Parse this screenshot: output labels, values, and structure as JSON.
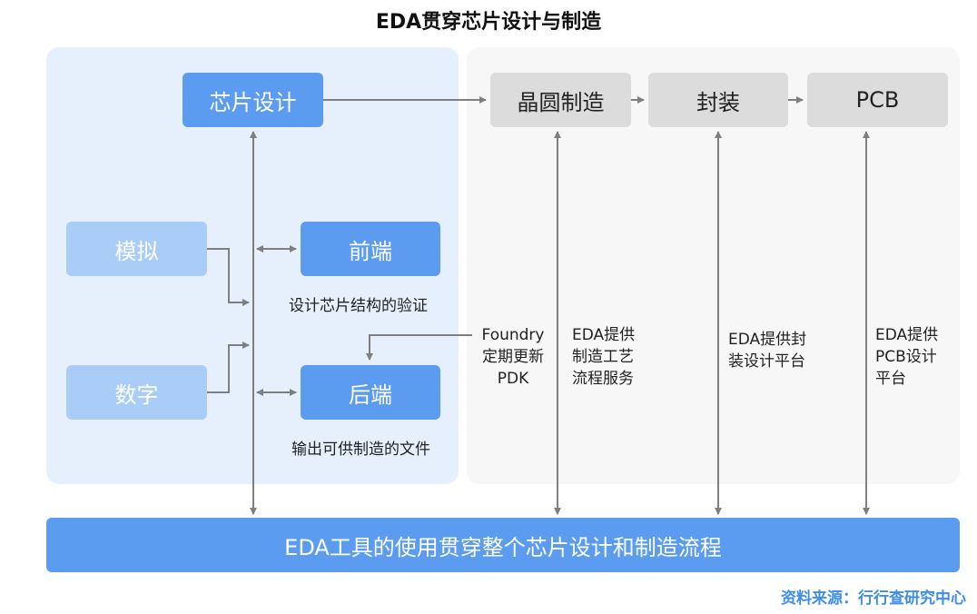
{
  "title": "EDA贯穿芯片设计与制造",
  "boxes": {
    "chip_design": "芯片设计",
    "wafer": "晶圆制造",
    "package": "封装",
    "pcb": "PCB",
    "analog": "模拟",
    "digital": "数字",
    "frontend": "前端",
    "backend": "后端"
  },
  "notes": {
    "frontend_note": "设计芯片结构的验证",
    "backend_note": "输出可供制造的文件",
    "foundry": [
      "Foundry",
      "定期更新",
      "PDK"
    ],
    "eda_process": [
      "EDA提供",
      "制造工艺",
      "流程服务"
    ],
    "eda_package": [
      "EDA提供封",
      "装设计平台"
    ],
    "eda_pcb": [
      "EDA提供",
      "PCB设计",
      "平台"
    ]
  },
  "bottom_bar": "EDA工具的使用贯穿整个芯片设计和制造流程",
  "source": "资料来源：行行查研究中心",
  "colors": {
    "primary_blue": "#5b9cf0",
    "light_blue": "#a9cdf7",
    "panel_blue": "#e6f0fc",
    "panel_gray": "#f7f7f7",
    "gray_box": "#dcdcdc",
    "arrow": "#7f7f7f",
    "source_text": "#3d8eea"
  }
}
